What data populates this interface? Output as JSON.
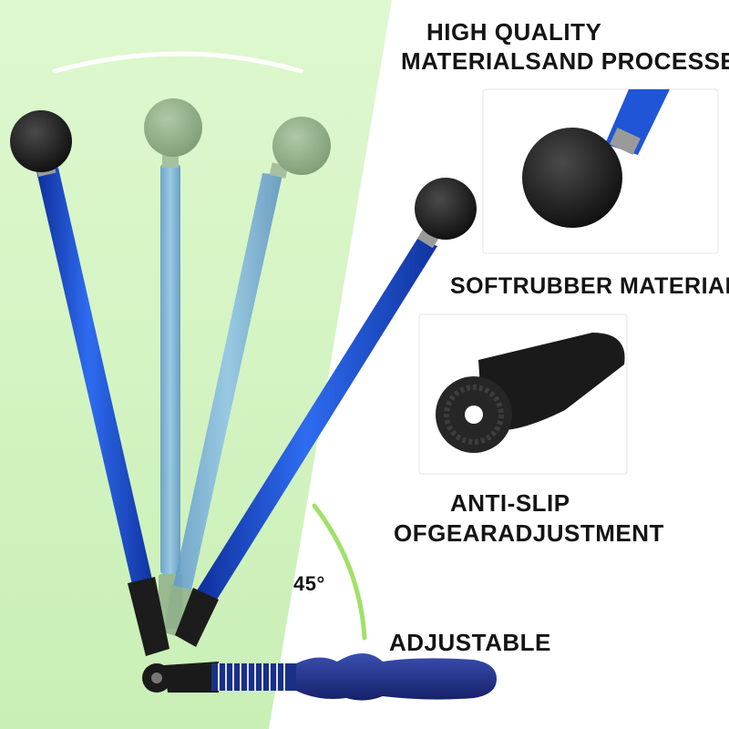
{
  "headline": {
    "line1": "HIGH QUALITY",
    "line2": "MATERIALSAND PROCESSES"
  },
  "features": {
    "rubber_caption": "SOFTRUBBER MATERIAL",
    "gear_caption_line1": "ANTI-SLIP",
    "gear_caption_line2": "OFGEARADJUSTMENT",
    "adjust_caption": "ADJUSTABLE"
  },
  "angle_label": "45°",
  "colors": {
    "background_green": "#d3f3c4",
    "panel_white": "#ffffff",
    "shaft_blue": "#1e4fd0",
    "ball_black": "#1b1b1b",
    "grip_navy": "#1d2c7a",
    "faded_green": "#7f9e78"
  }
}
